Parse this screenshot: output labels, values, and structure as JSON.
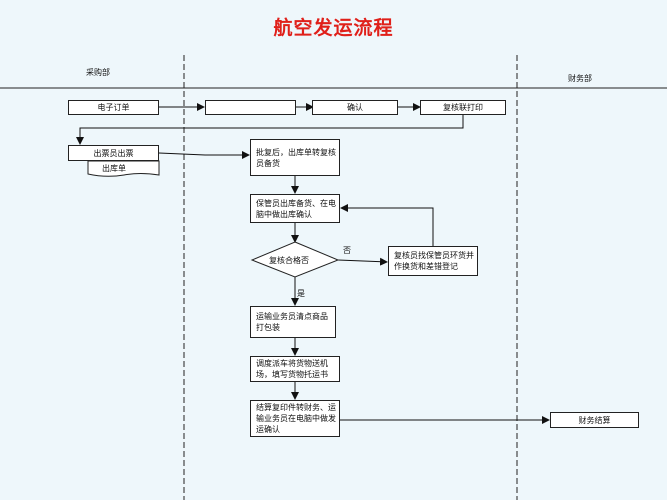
{
  "title": "航空发运流程",
  "lanes": {
    "left": "采购部",
    "right": "财务部"
  },
  "nodes": {
    "order": "电子订单",
    "blank": "",
    "confirm": "确认",
    "review_print": "复核联打印",
    "ticketing": "出票员出票",
    "outbound_slip": "出库单",
    "review_prepare": "批复后，出库单转复核员备货",
    "keeper_confirm": "保管员出库备货、在电脑中做出库确认",
    "check": "复核合格否",
    "exchange": "复核员找保管员环货并作换货和差错登记",
    "pack": "运输业务员清点商品打包装",
    "dispatch": "调度派车将货物送机场，填写货物托运书",
    "settle": "结算复印件转财务、运输业务员在电脑中做发运确认",
    "finance": "财务结算"
  },
  "labels": {
    "no": "否",
    "yes": "是"
  }
}
